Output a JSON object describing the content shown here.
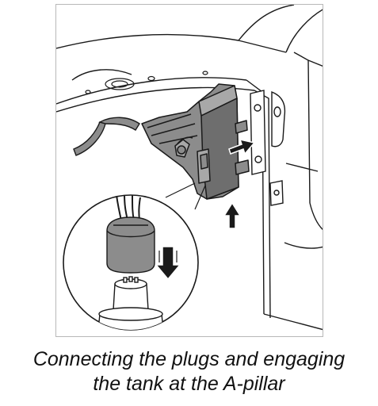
{
  "figure": {
    "caption_line1": "Connecting the plugs and engaging",
    "caption_line2": "the tank at the A-pillar"
  },
  "colors": {
    "line": "#1a1a1a",
    "part_fill": "#8c8c8c",
    "part_fill_dark": "#6e6e6e",
    "part_fill_light": "#a8a8a8",
    "background": "#ffffff"
  },
  "icons": [
    "arrow-right-icon",
    "arrow-up-icon",
    "arrow-down-icon",
    "magnifier-callout"
  ]
}
